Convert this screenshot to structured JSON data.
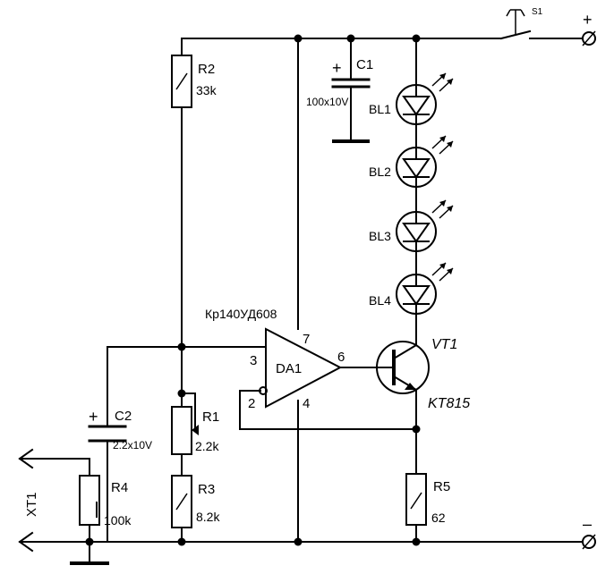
{
  "components": {
    "r2": {
      "ref": "R2",
      "value": "33k"
    },
    "c1": {
      "ref": "C1",
      "value": "100x10V",
      "polarity": "+"
    },
    "s1": {
      "ref": "S1"
    },
    "bl1": {
      "ref": "BL1"
    },
    "bl2": {
      "ref": "BL2"
    },
    "bl3": {
      "ref": "BL3"
    },
    "bl4": {
      "ref": "BL4"
    },
    "da1": {
      "ref": "DA1",
      "part": "Кр140УД608",
      "pin3": "3",
      "pin2": "2",
      "pin7": "7",
      "pin4": "4",
      "pin6": "6"
    },
    "vt1": {
      "ref": "VT1",
      "part": "KT815"
    },
    "c2": {
      "ref": "C2",
      "value": "2.2x10V",
      "polarity": "+"
    },
    "r1": {
      "ref": "R1",
      "value": "2.2k"
    },
    "r3": {
      "ref": "R3",
      "value": "8.2k"
    },
    "r4": {
      "ref": "R4",
      "value": "100k"
    },
    "r5": {
      "ref": "R5",
      "value": "62"
    },
    "xt1": {
      "ref": "XT1"
    }
  },
  "terminals": {
    "plus": "+",
    "minus": "–"
  }
}
